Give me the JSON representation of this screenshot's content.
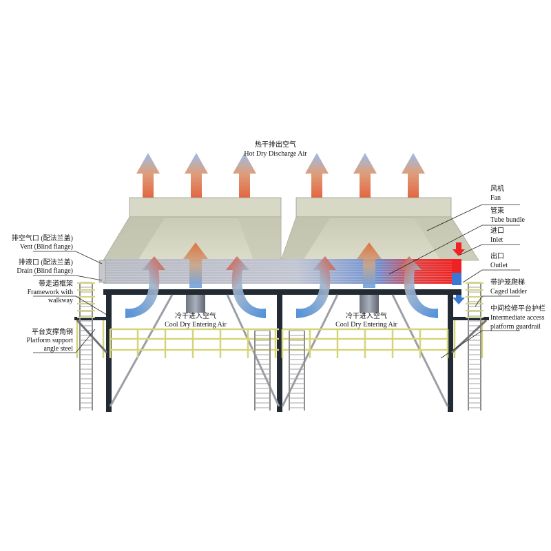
{
  "diagram": {
    "top_label": {
      "zh": "热干排出空气",
      "en": "Hot Dry Discharge Air"
    },
    "entering_air_left": {
      "zh": "冷干进入空气",
      "en": "Cool Dry Entering Air"
    },
    "entering_air_right": {
      "zh": "冷干进入空气",
      "en": "Cool Dry Entering Air"
    },
    "left_labels": {
      "vent": {
        "zh": "排空气口 (配法兰盖)",
        "en": "Vent (Blind flange)"
      },
      "drain": {
        "zh": "排液口 (配法兰盖)",
        "en": "Drain (Blind flange)"
      },
      "framework": {
        "zh": "带走道框架",
        "en1": "Framework with",
        "en2": "walkway"
      },
      "support": {
        "zh": "平台支撑角钢",
        "en1": "Platform support",
        "en2": "angle steel"
      }
    },
    "right_labels": {
      "fan": {
        "zh": "风机",
        "en": "Fan"
      },
      "tube_bundle": {
        "zh": "管束",
        "en": "Tube bundle"
      },
      "inlet": {
        "zh": "进口",
        "en": "Inlet"
      },
      "outlet": {
        "zh": "出口",
        "en": "Outlet"
      },
      "caged_ladder": {
        "zh": "带护笼爬梯",
        "en": "Caged ladder"
      },
      "guardrail": {
        "zh": "中间检修平台护栏",
        "en1": "Intermediate access",
        "en2": "platform guardrail"
      }
    },
    "colors": {
      "hood": "#cfd1bf",
      "hood_top": "#d9dac9",
      "steel": "#222a33",
      "rail": "#d6d47a",
      "ladder": "#8c8c8c",
      "hot": "#e0552c",
      "cool": "#4a8fd8",
      "inlet": "#ee2222"
    }
  }
}
